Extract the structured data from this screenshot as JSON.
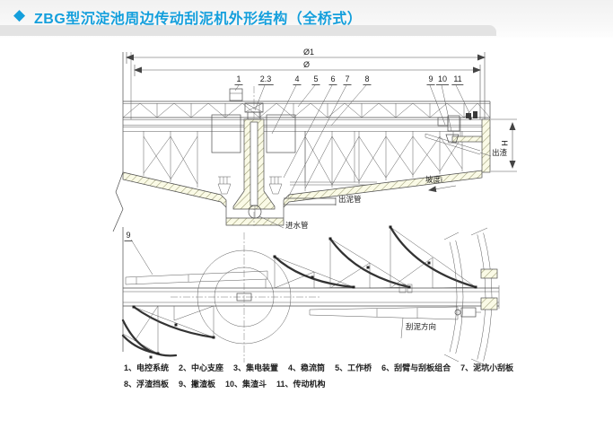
{
  "header": {
    "bullet": "◆",
    "title": "ZBG型沉淀池周边传动刮泥机外形结构（全桥式）"
  },
  "colors": {
    "accent_blue": "#149fdc",
    "hatch_tint": "#fbfbe8",
    "line": "#4d4d4d"
  },
  "drawing": {
    "dimensions": {
      "outer_diameter": "Ø1",
      "inner_diameter": "Ø",
      "height": "H",
      "slope": "坡度i"
    },
    "callouts": [
      "1",
      "2.3",
      "4",
      "5",
      "6",
      "7",
      "8",
      "9",
      "10",
      "11"
    ],
    "plan_callout": "9",
    "annotations": {
      "mud_pipe": "出泥管",
      "inlet_pipe": "进水管",
      "scum_outlet": "出渣",
      "scrape_direction": "刮泥方向"
    }
  },
  "legend": {
    "rows": [
      [
        "1、电控系统",
        "2、中心支座",
        "3、集电装置",
        "4、稳流筒",
        "5、工作桥",
        "6、刮臂与刮板组合",
        "7、泥坑小刮板"
      ],
      [
        "8、浮渣挡板",
        "9、撇渣板",
        "10、集渣斗",
        "11、传动机构"
      ]
    ]
  }
}
